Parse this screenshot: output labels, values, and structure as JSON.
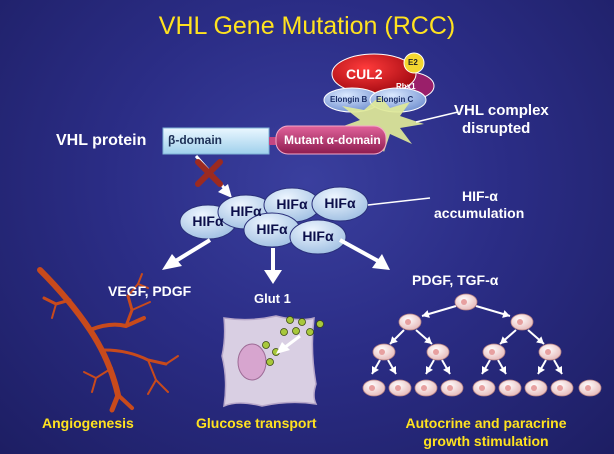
{
  "title": "VHL Gene Mutation (RCC)",
  "complex": {
    "cul2": "CUL2",
    "e2": "E2",
    "rbx1": "Rbx1",
    "elongin_b": "Elongin B",
    "elongin_c": "Elongin C",
    "disrupted_line1": "VHL complex",
    "disrupted_line2": "disrupted"
  },
  "vhl": {
    "label": "VHL protein",
    "beta_domain": "β-domain",
    "alpha_domain": "Mutant α-domain"
  },
  "hif": {
    "molecule_label": "HIFα",
    "accumulation_line1": "HIF-α",
    "accumulation_line2": "accumulation"
  },
  "pathways": {
    "vegf": "VEGF, PDGF",
    "glut": "Glut 1",
    "pdgf": "PDGF, TGF-α"
  },
  "outcomes": {
    "angiogenesis": "Angiogenesis",
    "glucose": "Glucose transport",
    "growth_line1": "Autocrine and paracrine",
    "growth_line2": "growth stimulation"
  },
  "colors": {
    "title": "#ffe21f",
    "background": "#2b2d86",
    "cul2": "#c8101a",
    "hif": "#bfd6ef",
    "vessel": "#c84a1c"
  }
}
